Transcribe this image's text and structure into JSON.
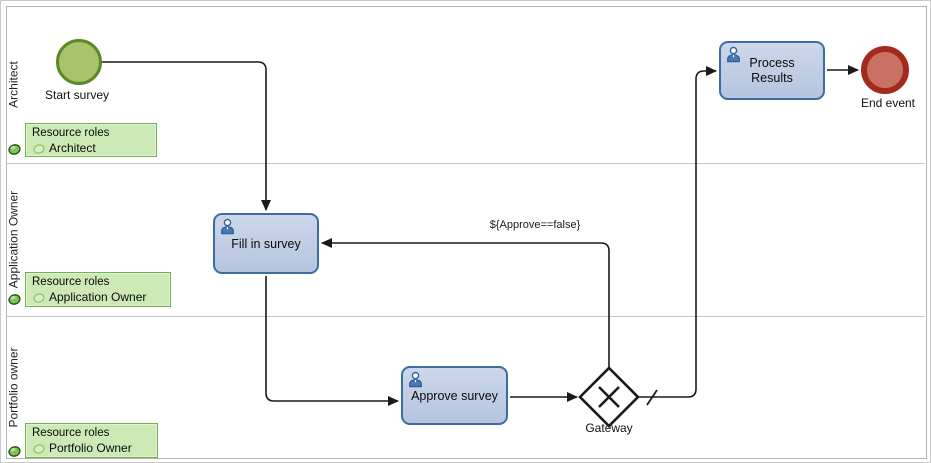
{
  "pool": {
    "lanes": [
      {
        "name": "Architect",
        "resource_box": {
          "title": "Resource roles",
          "role": "Architect"
        }
      },
      {
        "name": "Application Owner",
        "resource_box": {
          "title": "Resource roles",
          "role": "Application Owner"
        }
      },
      {
        "name": "Portfolio owner",
        "resource_box": {
          "title": "Resource roles",
          "role": "Portfolio Owner"
        }
      }
    ]
  },
  "nodes": {
    "start_event": {
      "label": "Start survey",
      "type": "start-event"
    },
    "fill_in_survey": {
      "label": "Fill in survey",
      "type": "user-task"
    },
    "approve_survey": {
      "label": "Approve survey",
      "type": "user-task"
    },
    "gateway": {
      "label": "Gateway",
      "type": "exclusive-gateway-default-flow"
    },
    "process_results": {
      "label": "Process Results",
      "type": "user-task"
    },
    "end_event": {
      "label": "End event",
      "type": "end-event"
    }
  },
  "flows": {
    "reject_condition_label": "${Approve==false}"
  },
  "colors": {
    "task_fill": "#bac9e2",
    "task_border": "#3d6ca4",
    "start_fill": "#a8c36a",
    "start_border": "#5a8a28",
    "end_fill": "#ca7166",
    "end_border": "#a32b1d",
    "resource_fill": "#cdeab6",
    "resource_border": "#74ad52",
    "flow_line": "#1a1a1a"
  }
}
